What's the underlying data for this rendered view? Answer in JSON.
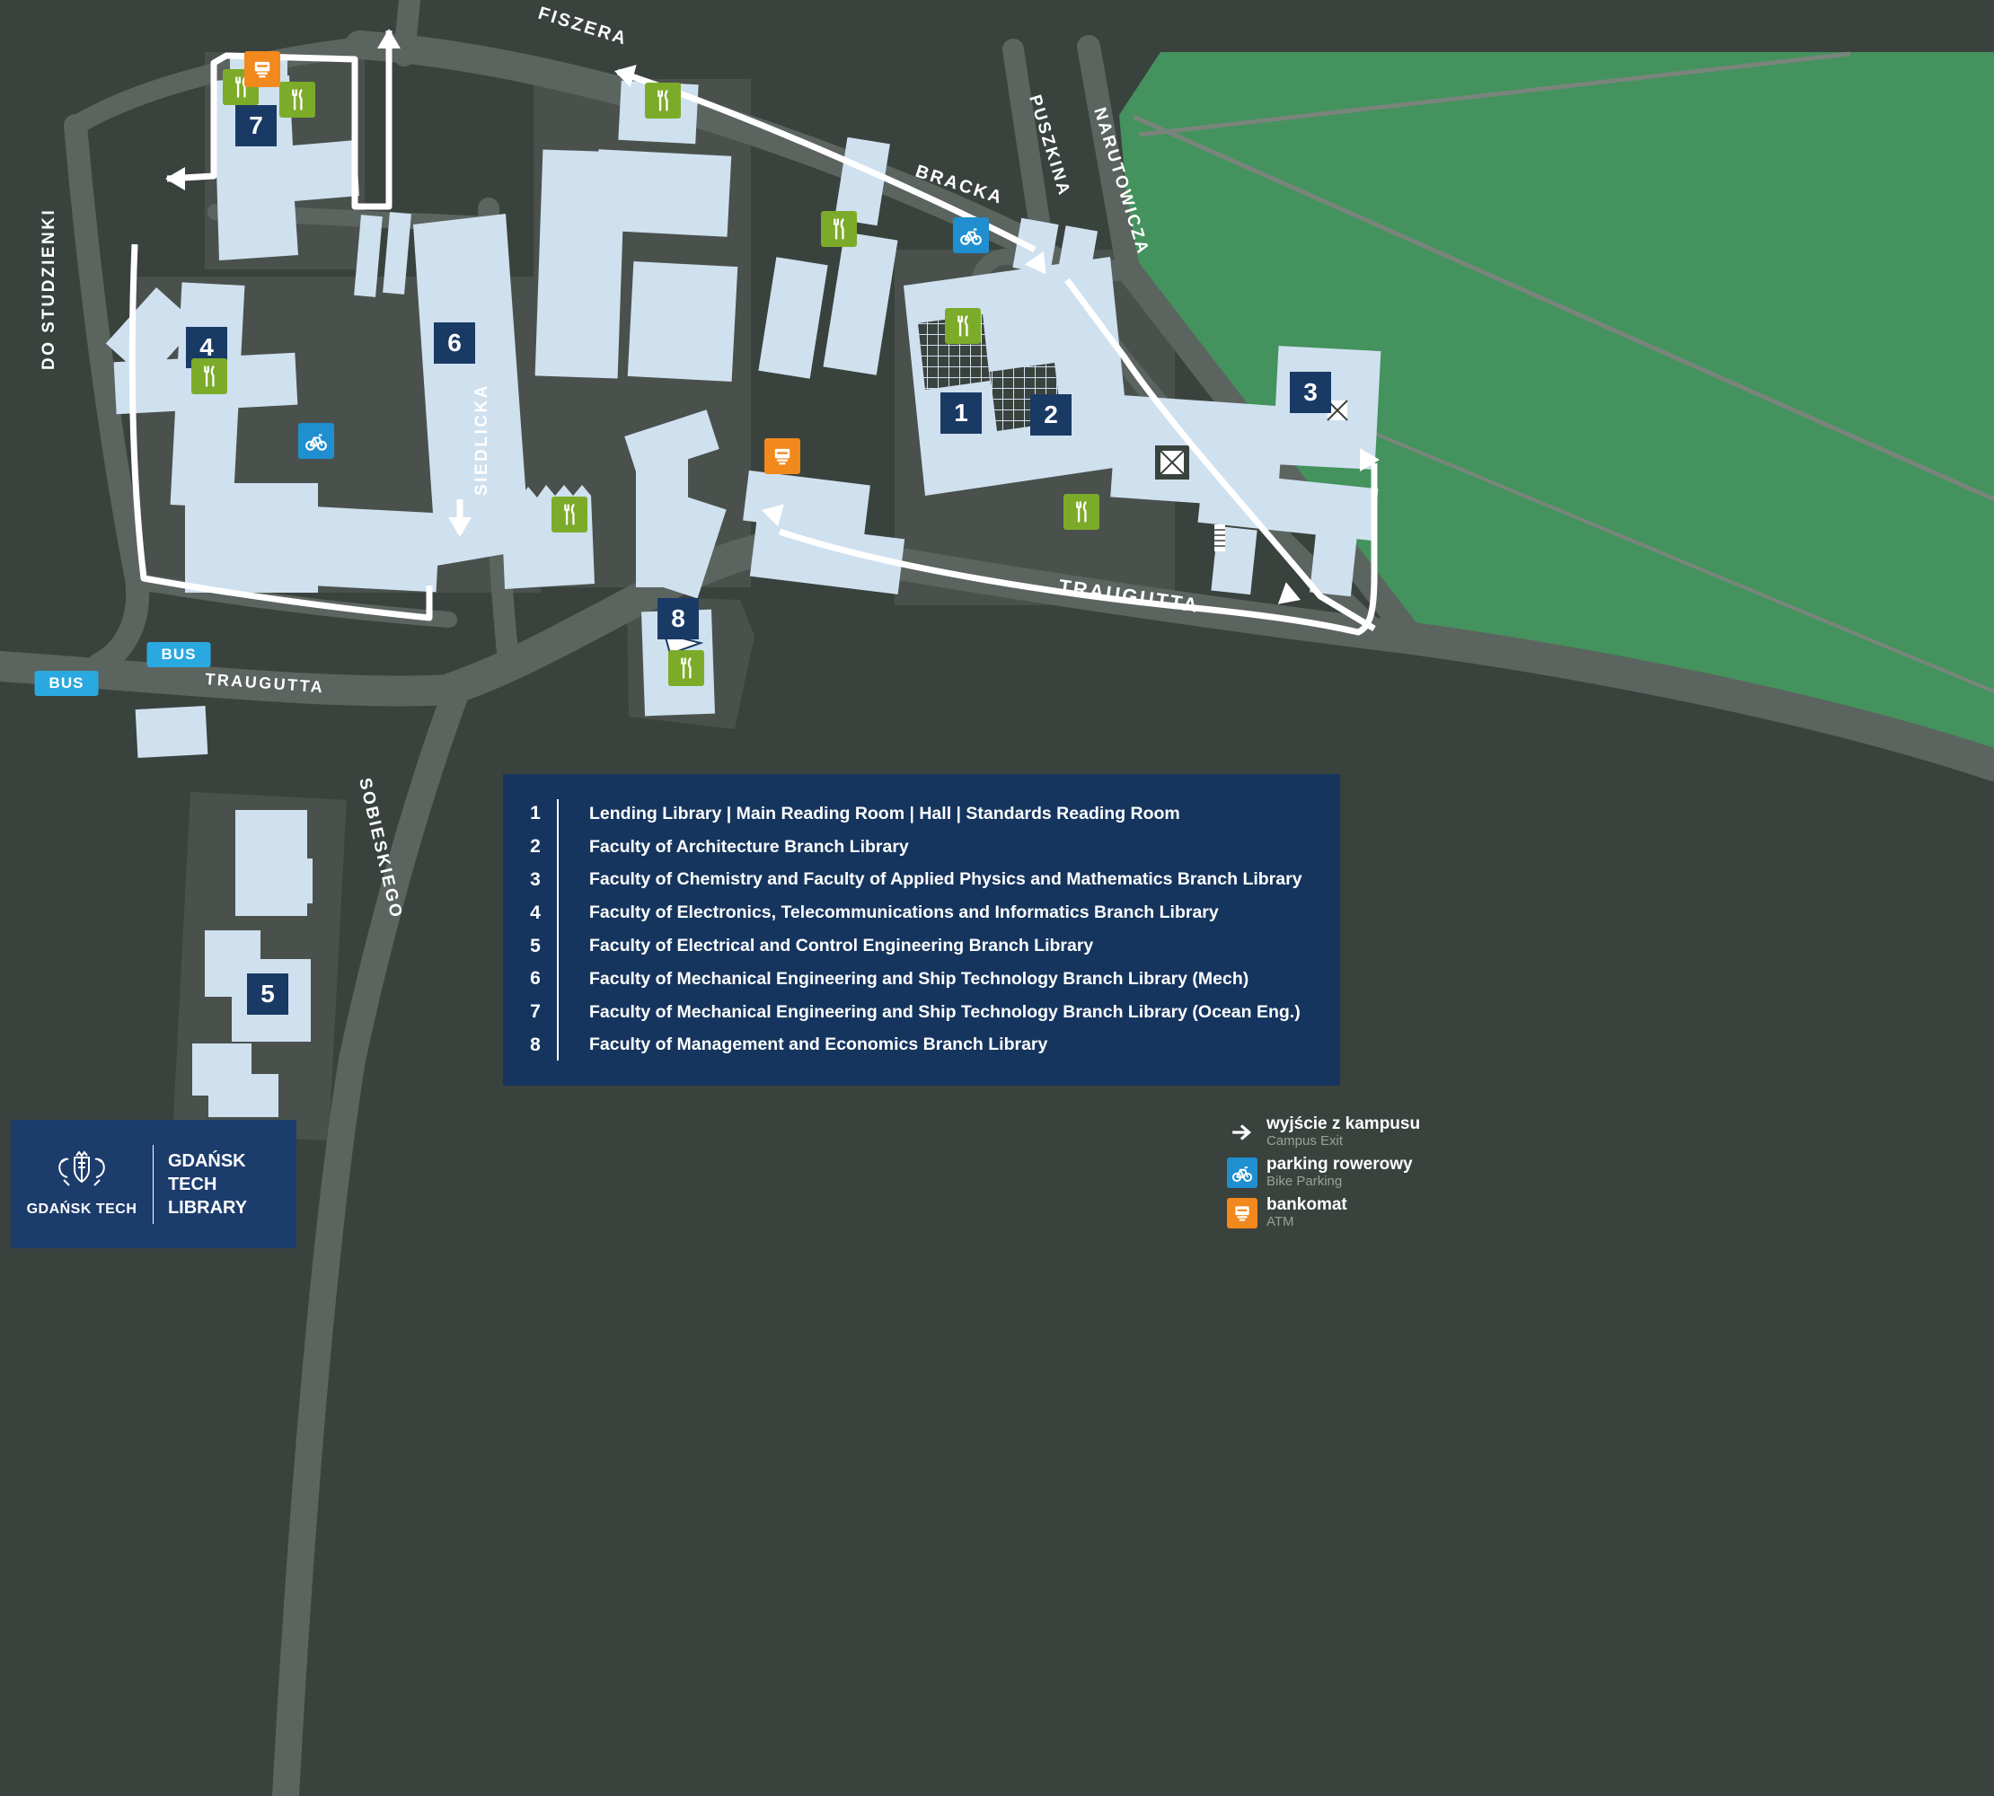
{
  "colors": {
    "background": "#3a423e",
    "road": "#5c6460",
    "pad": "#4a514d",
    "building": "#cfe0ef",
    "park": "#44925d",
    "marker_navy": "#1a3a66",
    "legend_panel": "#15355e",
    "logo_panel": "#1c3c6c",
    "food_icon": "#7cab29",
    "bike_icon": "#1f8fd0",
    "atm_icon": "#f1891d",
    "bus_badge": "#2aa9e0",
    "route": "#ffffff"
  },
  "map": {
    "streets": [
      {
        "id": "fiszera",
        "name": "FISZERA"
      },
      {
        "id": "bracka",
        "name": "BRACKA"
      },
      {
        "id": "puszkina",
        "name": "PUSZKINA"
      },
      {
        "id": "narutowicza",
        "name": "NARUTOWICZA"
      },
      {
        "id": "do-studzienki",
        "name": "DO STUDZIENKI"
      },
      {
        "id": "siedlicka",
        "name": "SIEDLICKA"
      },
      {
        "id": "traugutta-west",
        "name": "TRAUGUTTA"
      },
      {
        "id": "traugutta-east",
        "name": "TRAUGUTTA"
      },
      {
        "id": "sobieskiego",
        "name": "SOBIESKIEGO"
      }
    ],
    "bus_stops": [
      {
        "label": "BUS"
      },
      {
        "label": "BUS"
      }
    ],
    "markers": [
      {
        "number": "1"
      },
      {
        "number": "2"
      },
      {
        "number": "3"
      },
      {
        "number": "4"
      },
      {
        "number": "5"
      },
      {
        "number": "6"
      },
      {
        "number": "7"
      },
      {
        "number": "8"
      }
    ]
  },
  "legend": {
    "items": [
      {
        "number": "1",
        "label": "Lending Library  |  Main Reading Room  |  Hall  |  Standards Reading Room"
      },
      {
        "number": "2",
        "label": "Faculty of Architecture Branch Library"
      },
      {
        "number": "3",
        "label": "Faculty of Chemistry and Faculty of Applied Physics and Mathematics Branch Library"
      },
      {
        "number": "4",
        "label": "Faculty of Electronics, Telecommunications and Informatics Branch Library"
      },
      {
        "number": "5",
        "label": "Faculty of Electrical and Control Engineering Branch Library"
      },
      {
        "number": "6",
        "label": "Faculty of Mechanical Engineering and Ship Technology Branch Library (Mech)"
      },
      {
        "number": "7",
        "label": "Faculty of Mechanical Engineering and Ship Technology Branch Library (Ocean Eng.)"
      },
      {
        "number": "8",
        "label": "Faculty of Management and Economics Branch Library"
      }
    ]
  },
  "logo": {
    "wordmark": "GDAŃSK TECH",
    "line1": "GDAŃSK TECH",
    "line2": "LIBRARY"
  },
  "symbols": {
    "items": [
      {
        "icon": "campus-exit-arrow-icon",
        "pl": "wyjście z kampusu",
        "en": "Campus Exit"
      },
      {
        "icon": "bike-parking-icon",
        "pl": "parking rowerowy",
        "en": "Bike Parking"
      },
      {
        "icon": "atm-icon",
        "pl": "bankomat",
        "en": "ATM"
      }
    ]
  }
}
